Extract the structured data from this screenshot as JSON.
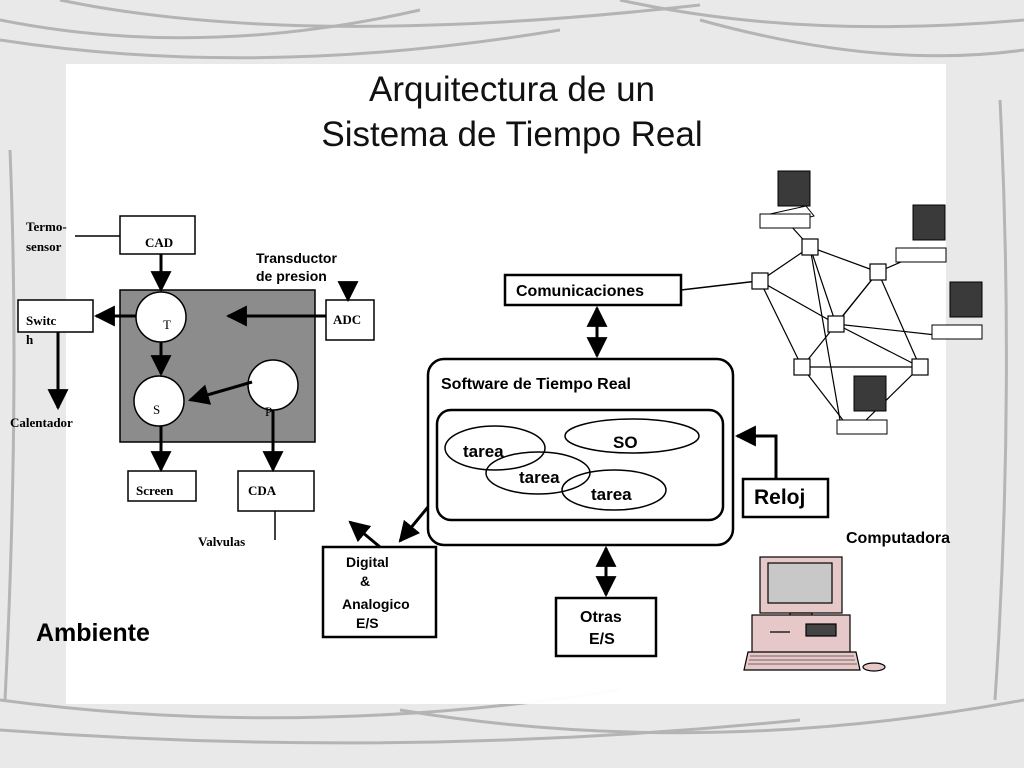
{
  "slide": {
    "title_line1": "Arquitectura de un",
    "title_line2": "Sistema de Tiempo Real"
  },
  "environment": {
    "termo_sensor_line1": "Termo-",
    "termo_sensor_line2": "sensor",
    "cad": "CAD",
    "transductor_line1": "Transductor",
    "transductor_line2": "de presion",
    "adc": "ADC",
    "switch_line1": "Switc",
    "switch_line2": "h",
    "calentador": "Calentador",
    "node_t": "T",
    "node_s": "S",
    "node_p": "P",
    "screen": "Screen",
    "cda": "CDA",
    "valvulas": "Valvulas",
    "ambiente": "Ambiente"
  },
  "computer": {
    "comunicaciones": "Comunicaciones",
    "software": "Software de Tiempo Real",
    "tarea1": "tarea",
    "tarea2": "tarea",
    "tarea3": "tarea",
    "so": "SO",
    "reloj": "Reloj",
    "digital_line1": "Digital",
    "digital_line2": "&",
    "digital_line3": "Analogico",
    "digital_line4": "E/S",
    "otras_line1": "Otras",
    "otras_line2": "E/S",
    "computadora": "Computadora"
  },
  "colors": {
    "process_box": "#8c8c8c",
    "screen_dark": "#3a3a3a",
    "node_fill": "#ffffff"
  },
  "icons": [
    "network-terminal-icon",
    "desktop-computer-icon"
  ]
}
